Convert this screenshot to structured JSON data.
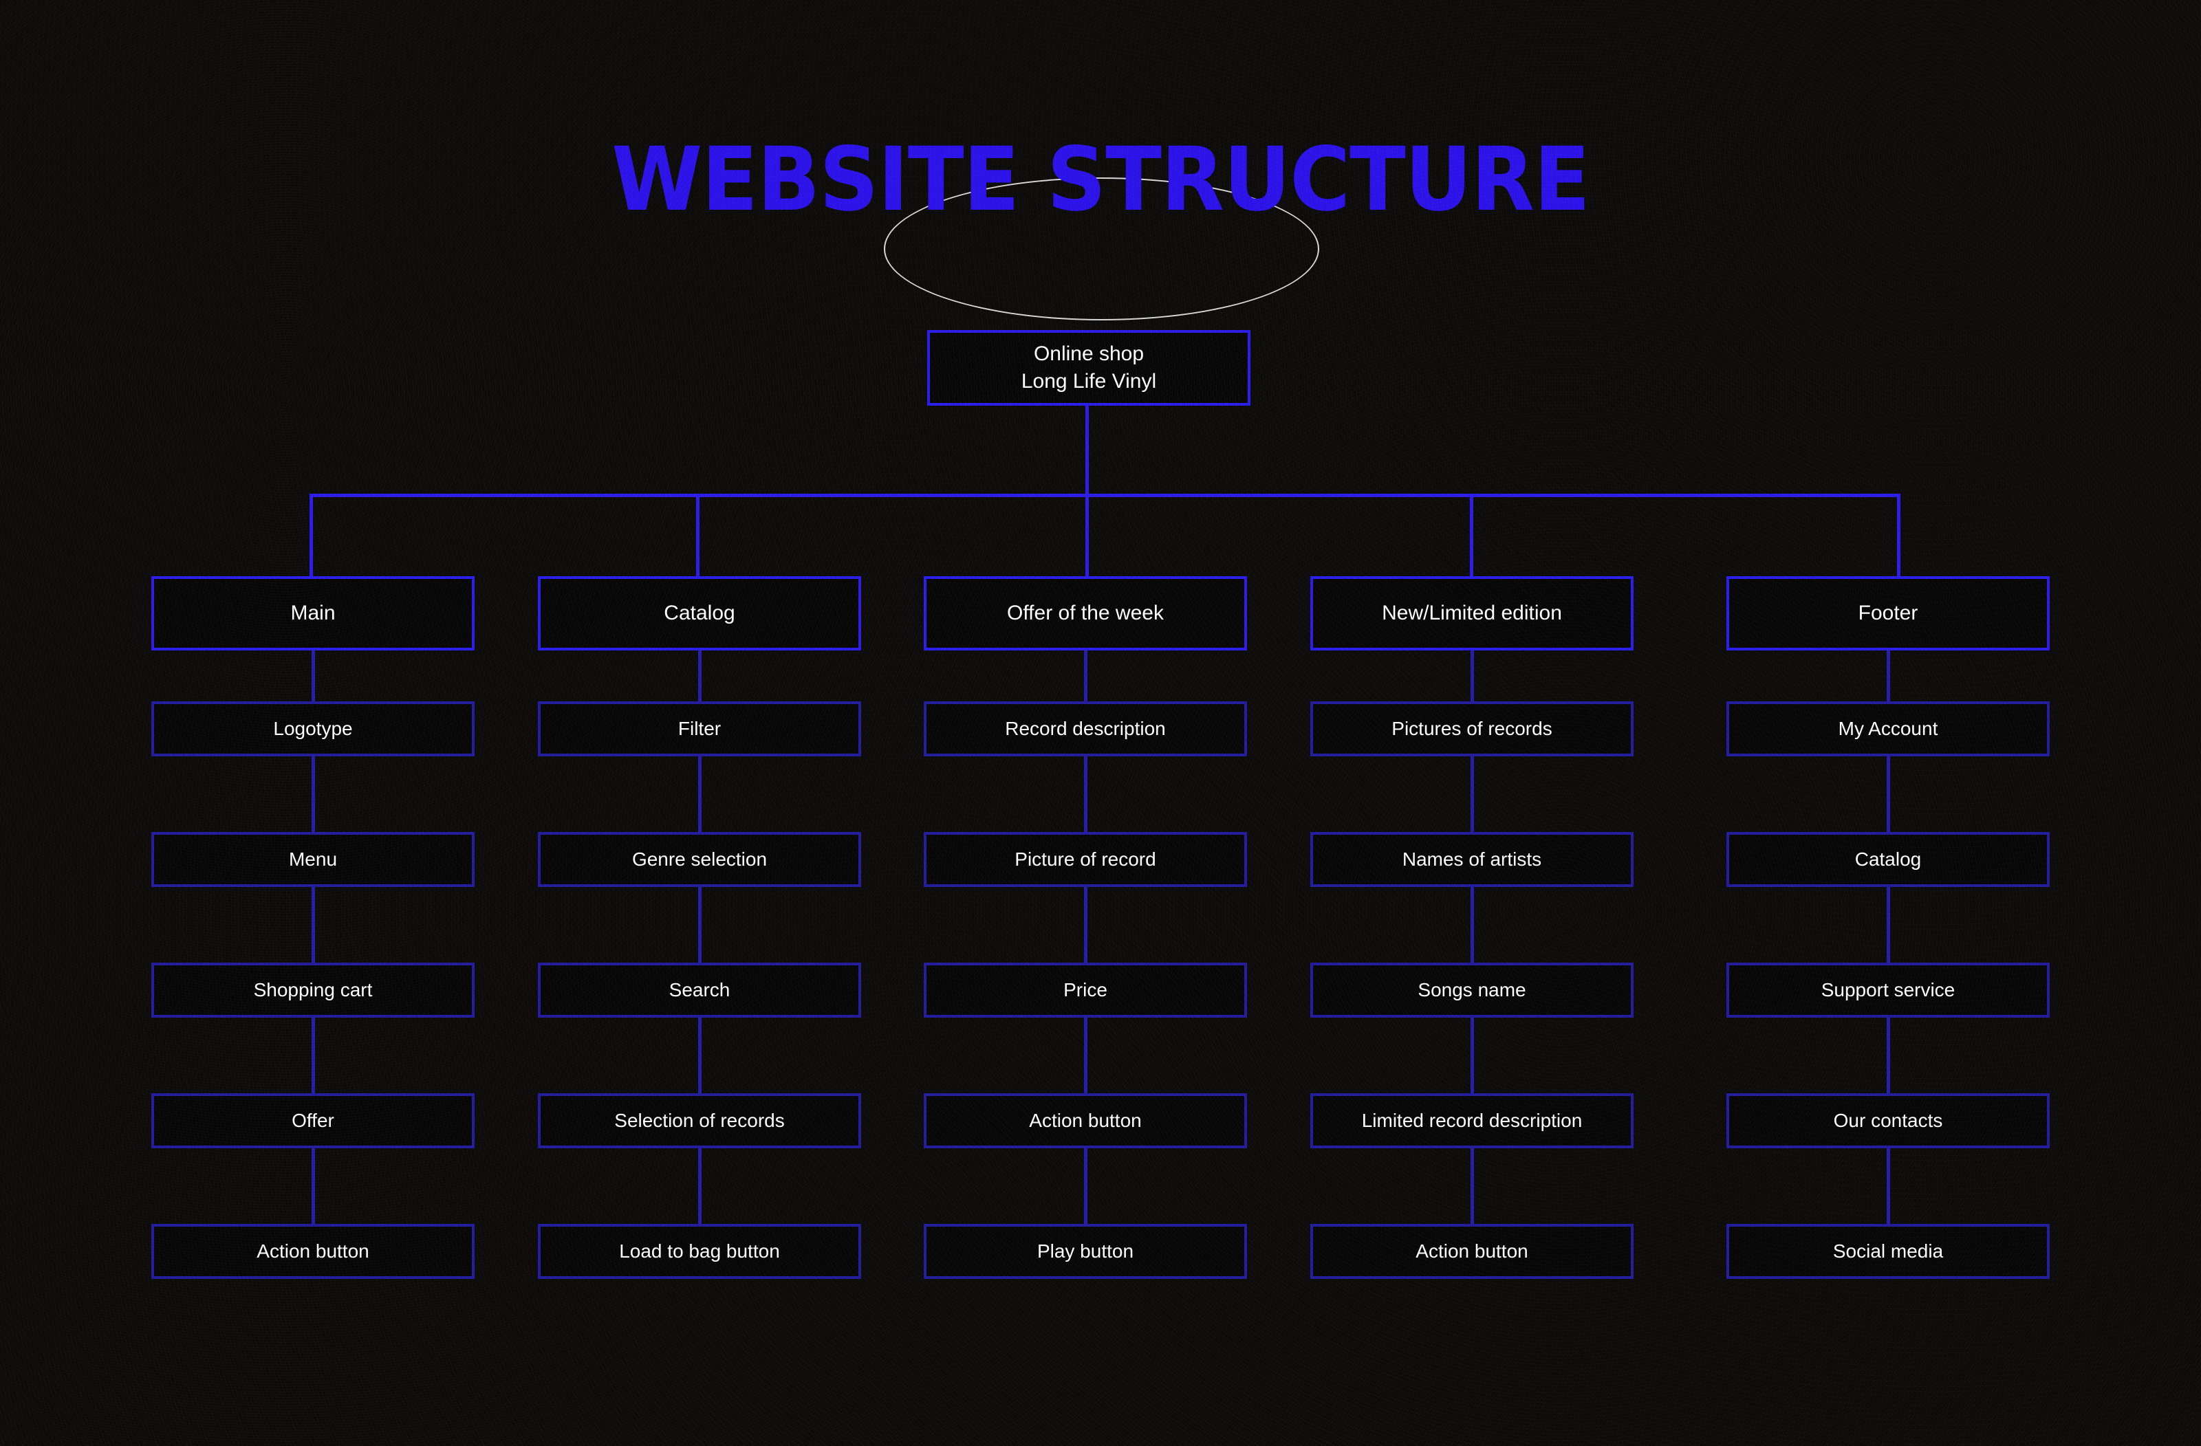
{
  "title": {
    "text": "WEBSITE STRUCTURE",
    "color": "#2a10e8",
    "ellipse_color": "#d6d6d6"
  },
  "colors": {
    "background": "#0a0908",
    "accent_blue": "#2a1ae8",
    "dim_blue": "#211a9c",
    "node_fill": "#050404",
    "text": "#ffffff"
  },
  "root": {
    "line1": "Online shop",
    "line2": "Long Life Vinyl"
  },
  "columns": [
    {
      "header": "Main",
      "children": [
        "Logotype",
        "Menu",
        "Shopping cart",
        "Offer",
        "Action button"
      ]
    },
    {
      "header": "Catalog",
      "children": [
        "Filter",
        "Genre selection",
        "Search",
        "Selection of records",
        "Load to bag button"
      ]
    },
    {
      "header": "Offer of the week",
      "children": [
        "Record description",
        "Picture of record",
        "Price",
        "Action button",
        "Play button"
      ]
    },
    {
      "header": "New/Limited edition",
      "children": [
        "Pictures of records",
        "Names of artists",
        "Songs name",
        "Limited record description",
        "Action button"
      ]
    },
    {
      "header": "Footer",
      "children": [
        "My Account",
        "Catalog",
        "Support service",
        "Our contacts",
        "Social media"
      ]
    }
  ]
}
